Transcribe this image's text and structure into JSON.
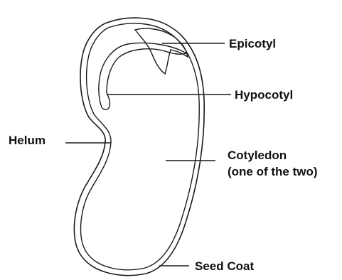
{
  "diagram": {
    "colors": {
      "ink": "#1a1a1a",
      "background": "#ffffff"
    },
    "labels": {
      "epicotyl": "Epicotyl",
      "hypocotyl": "Hypocotyl",
      "helum": "Helum",
      "cotyledon_line1": "Cotyledon",
      "cotyledon_line2": "(one of the two)",
      "seed_coat": "Seed Coat"
    }
  }
}
